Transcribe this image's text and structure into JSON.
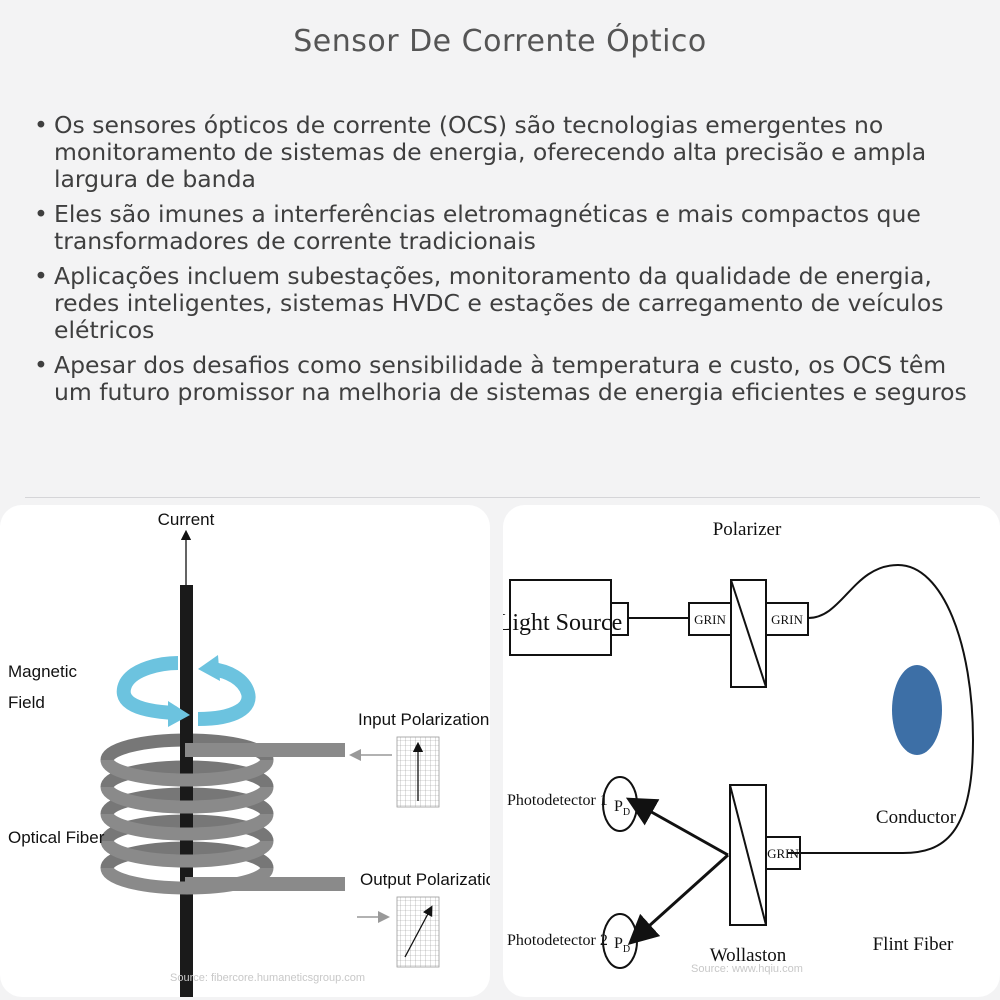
{
  "title": "Sensor De Corrente Óptico",
  "bullets": [
    "Os sensores ópticos de corrente (OCS) são tecnologias emergentes no monitoramento de sistemas de energia, oferecendo alta precisão e ampla largura de banda",
    "Eles são imunes a interferências eletromagnéticas e mais compactos que transformadores de corrente tradicionais",
    "Aplicações incluem subestações, monitoramento da qualidade de energia, redes inteligentes, sistemas HVDC e estações de carregamento de veículos elétricos",
    "Apesar dos desafios como sensibilidade à temperatura e custo, os OCS têm um futuro promissor na melhoria de sistemas de energia eficientes e seguros"
  ],
  "bullet_marker": "•",
  "left_diagram": {
    "current": "Current",
    "magnetic_field_1": "Magnetic",
    "magnetic_field_2": "Field",
    "optical_fiber": "Optical Fiber",
    "input_polarization": "Input Polarization",
    "output_polarization": "Output Polarization",
    "source": "Source: fibercore.humaneticsgroup.com",
    "arrow_color": "#6cc3df"
  },
  "right_diagram": {
    "light_source": "Light Source",
    "polarizer": "Polarizer",
    "grin": "GRIN",
    "conductor": "Conductor",
    "photodetector_1": "Photodetector 1",
    "photodetector_2": "Photodetector 2",
    "pd": "P",
    "pd_sub": "D",
    "wollaston": "Wollaston",
    "flint_fiber": "Flint Fiber",
    "source": "Source: www.hqiu.com",
    "conductor_color": "#3d6fa6"
  }
}
